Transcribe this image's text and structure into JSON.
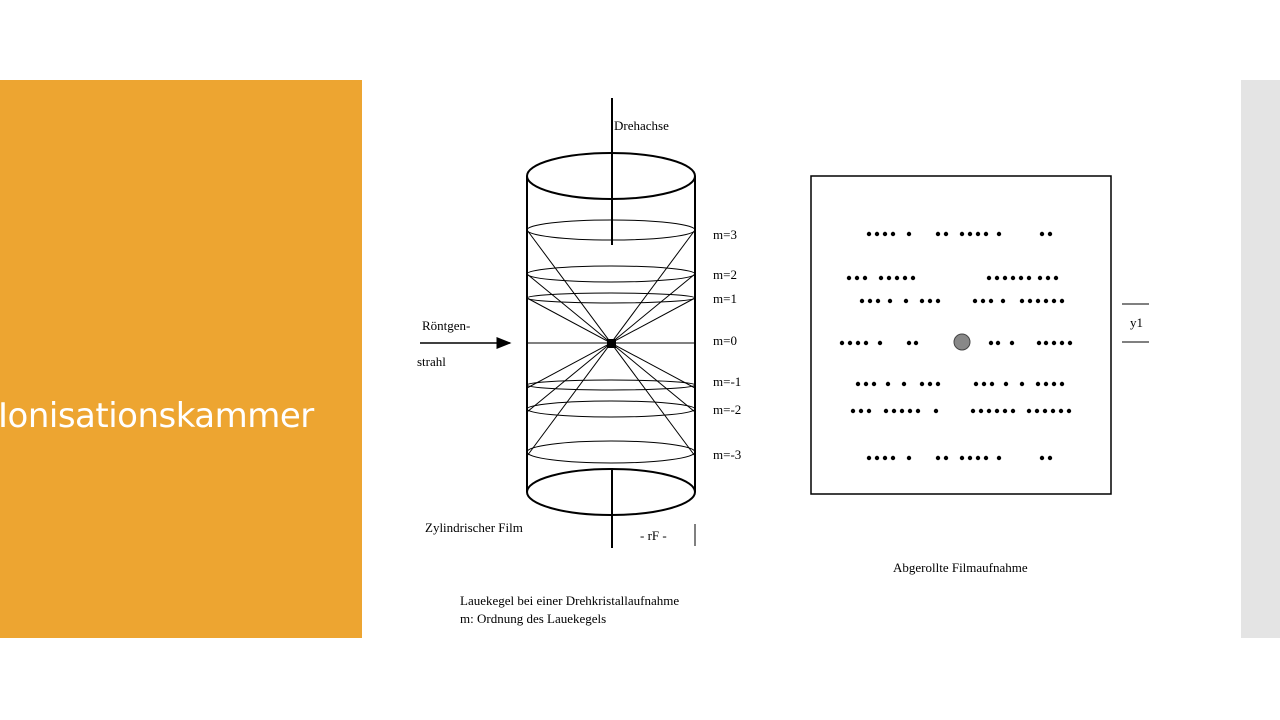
{
  "slide": {
    "title": "Ionisationskammer",
    "colors": {
      "accent": "#eda531",
      "side_strip": "#e4e4e4",
      "background": "#ffffff"
    }
  },
  "diagram": {
    "axis_label": "Drehachse",
    "beam_label_1": "Röntgen-",
    "beam_label_2": "strahl",
    "order_labels": [
      "m=3",
      "m=2",
      "m=1",
      "m=0",
      "m=-1",
      "m=-2",
      "m=-3"
    ],
    "film_label": "Zylindrischer Film",
    "radius_label": "- rF -",
    "caption_1": "Lauekegel bei einer Drehkristallaufnahme",
    "caption_2": "m: Ordnung des Lauekegels",
    "film_caption": "Abgerollte Filmaufnahme",
    "y_label": "y1"
  }
}
